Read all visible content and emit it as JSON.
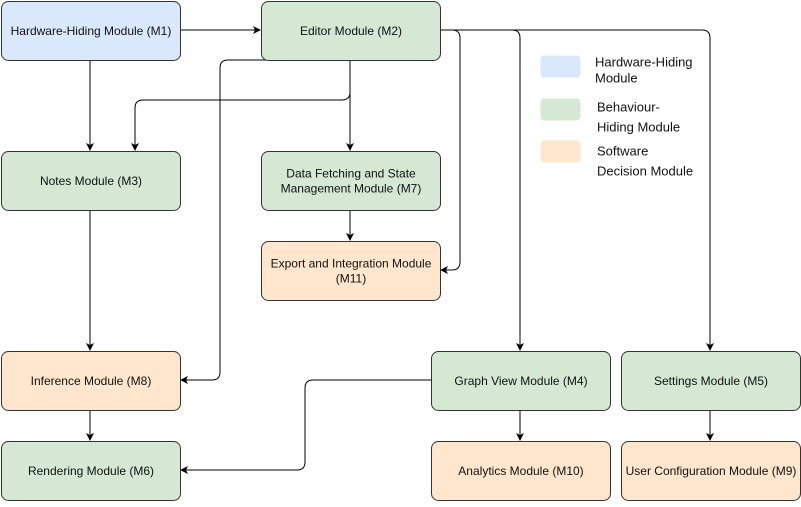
{
  "colors": {
    "hardware": "#dae8fc",
    "behaviour": "#d5e8d4",
    "software": "#ffe6cc",
    "border": "#333333",
    "edge": "#000000"
  },
  "modules": {
    "m1": {
      "lines": [
        "Hardware-Hiding Module (M1)"
      ],
      "kind": "hardware"
    },
    "m2": {
      "lines": [
        "Editor Module (M2)"
      ],
      "kind": "behaviour"
    },
    "m3": {
      "lines": [
        "Notes Module (M3)"
      ],
      "kind": "behaviour"
    },
    "m7": {
      "lines": [
        "Data Fetching and State",
        "Management Module (M7)"
      ],
      "kind": "behaviour"
    },
    "m11": {
      "lines": [
        "Export and Integration Module",
        "(M11)"
      ],
      "kind": "software"
    },
    "m8": {
      "lines": [
        "Inference Module (M8)"
      ],
      "kind": "software"
    },
    "m6": {
      "lines": [
        "Rendering Module (M6)"
      ],
      "kind": "behaviour"
    },
    "m4": {
      "lines": [
        "Graph View Module (M4)"
      ],
      "kind": "behaviour"
    },
    "m5": {
      "lines": [
        "Settings Module (M5)"
      ],
      "kind": "behaviour"
    },
    "m10": {
      "lines": [
        "Analytics Module (M10)"
      ],
      "kind": "software"
    },
    "m9": {
      "lines": [
        "User Configuration Module (M9)"
      ],
      "kind": "software"
    }
  },
  "legend": [
    {
      "kind": "hardware",
      "lines": [
        "Hardware-Hiding",
        "Module"
      ]
    },
    {
      "kind": "behaviour",
      "lines": [
        "Behaviour-",
        "Hiding Module"
      ]
    },
    {
      "kind": "software",
      "lines": [
        "Software",
        "Decision Module"
      ]
    }
  ],
  "edges": [
    {
      "from": "m1",
      "to": "m2"
    },
    {
      "from": "m1",
      "to": "m3"
    },
    {
      "from": "m2",
      "to": "m3"
    },
    {
      "from": "m2",
      "to": "m7"
    },
    {
      "from": "m2",
      "to": "m8"
    },
    {
      "from": "m2",
      "to": "m11"
    },
    {
      "from": "m2",
      "to": "m4"
    },
    {
      "from": "m2",
      "to": "m5"
    },
    {
      "from": "m7",
      "to": "m11"
    },
    {
      "from": "m3",
      "to": "m8"
    },
    {
      "from": "m8",
      "to": "m6"
    },
    {
      "from": "m4",
      "to": "m6"
    },
    {
      "from": "m4",
      "to": "m10"
    },
    {
      "from": "m5",
      "to": "m9"
    }
  ]
}
